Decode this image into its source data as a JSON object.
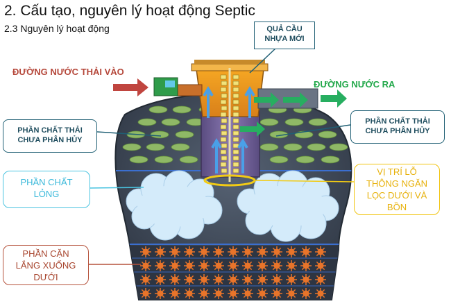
{
  "header": {
    "title": "2. Cấu tạo, nguyên lý hoạt động Septic",
    "subtitle": "2.3 Nguyên lý hoạt động"
  },
  "labels": {
    "ball": [
      "QUẢ CẦU",
      "NHỰA MỚI"
    ],
    "inlet": "ĐƯỜNG NƯỚC THẢI VÀO",
    "outlet": "ĐƯỜNG NƯỚC RA",
    "undecomposed_left": [
      "PHẦN CHẤT THẢI",
      "CHƯA PHÂN HỦY"
    ],
    "undecomposed_right": [
      "PHẦN CHẤT THẢI",
      "CHƯA PHÂN HỦY"
    ],
    "liquid": [
      "PHẦN CHẤT",
      "LỎNG"
    ],
    "vent": [
      "VỊ TRÍ LỖ",
      "THÔNG NGĂN",
      "LỌC DƯỚI VÀ",
      "BỒN"
    ],
    "sediment": [
      "PHẦN CẶN",
      "LẮNG XUỐNG",
      "DƯỚI"
    ]
  },
  "colors": {
    "tank": "#3d4756",
    "waste": "#8fb866",
    "liquid_cloud": "#d4ebfa",
    "sediment": "#e8742a",
    "inlet_text": "#b5473a",
    "outlet_text": "#22a84a",
    "filter_orange": "#f0a030",
    "filter_purple": "#6f5d97"
  }
}
